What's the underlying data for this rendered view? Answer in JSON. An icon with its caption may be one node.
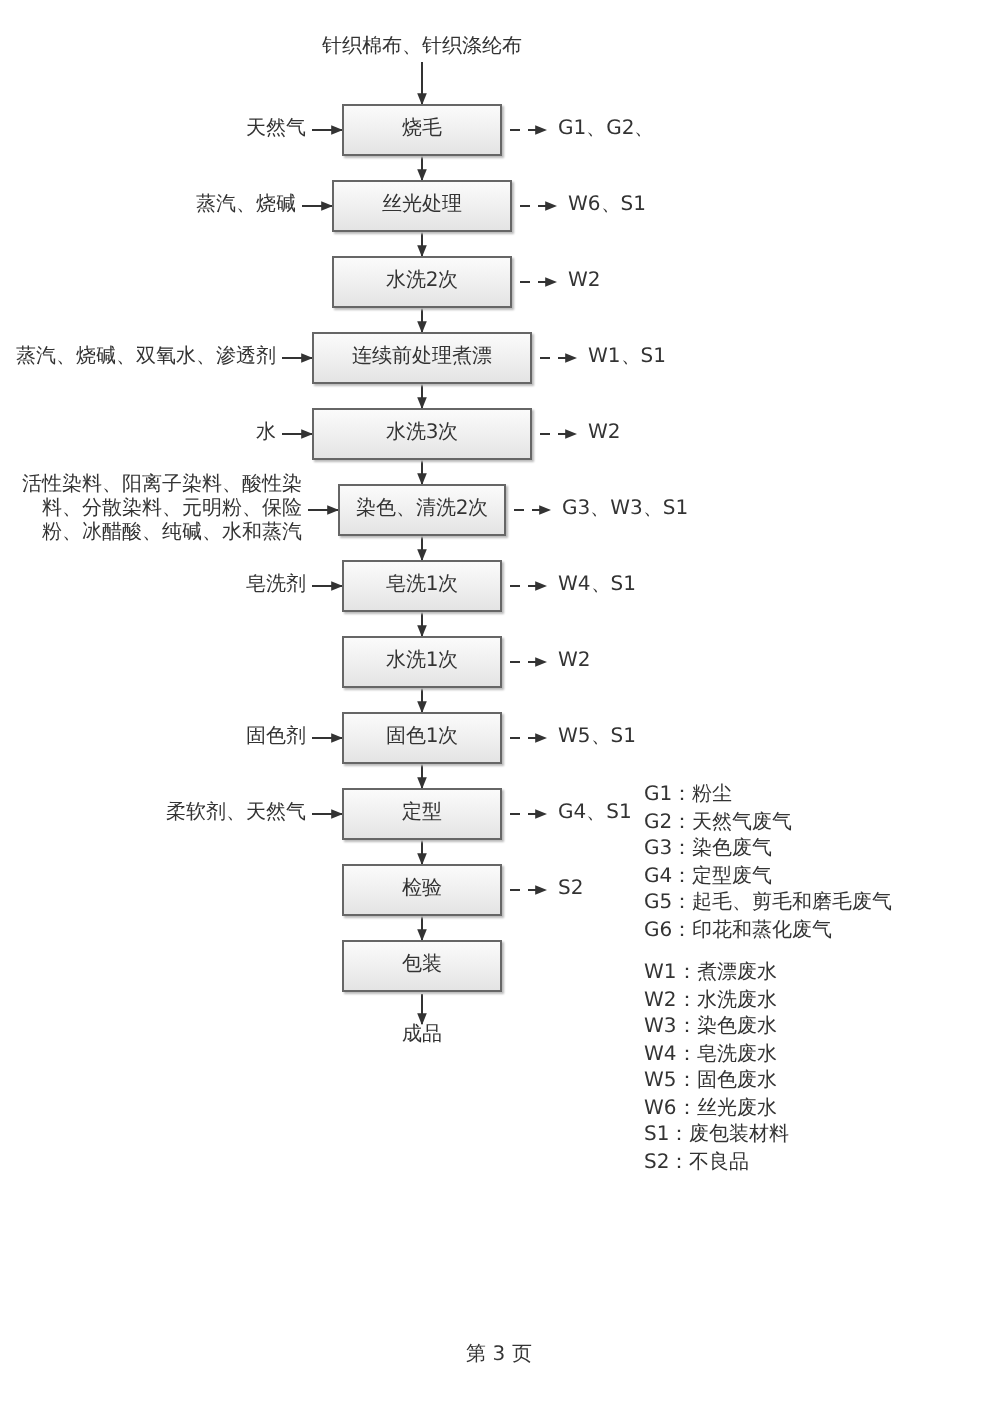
{
  "diagram": {
    "nodes": [
      {
        "text": [
          "针织棉布、针织涤纶布"
        ]
      },
      {
        "text": [
          "天然气"
        ]
      },
      {
        "text": [
          "烧毛"
        ]
      },
      {
        "text": [
          "G1、G2、"
        ]
      },
      {
        "text": [
          "蒸汽、烧碱"
        ]
      },
      {
        "text": [
          "丝光处理"
        ]
      },
      {
        "text": [
          "W6、S1"
        ]
      },
      {
        "text": [
          "水洗2次"
        ]
      },
      {
        "text": [
          "W2"
        ]
      },
      {
        "text": [
          "蒸汽、烧碱、双氧水、渗透剂"
        ]
      },
      {
        "text": [
          "连续前处理煮漂"
        ]
      },
      {
        "text": [
          "W1、S1"
        ]
      },
      {
        "text": [
          "水"
        ]
      },
      {
        "text": [
          "水洗3次"
        ]
      },
      {
        "text": [
          "W2"
        ]
      },
      {
        "text": [
          "活性染料、阳离子染料、酸性染料、分散染料、元明粉、保险粉、冰醋酸、纯碱、水和蒸汽"
        ]
      },
      {
        "text": [
          "染色、清洗2次"
        ]
      },
      {
        "text": [
          "G3、W3、S1"
        ]
      },
      {
        "text": [
          "皂洗剂"
        ]
      },
      {
        "text": [
          "皂洗1次"
        ]
      },
      {
        "text": [
          "W4、S1"
        ]
      },
      {
        "text": [
          "水洗1次"
        ]
      },
      {
        "text": [
          "W2"
        ]
      },
      {
        "text": [
          "固色剂"
        ]
      },
      {
        "text": [
          "固色1次"
        ]
      },
      {
        "text": [
          "W5、S1"
        ]
      },
      {
        "text": [
          "柔软剂、天然气"
        ]
      },
      {
        "text": [
          "定型"
        ]
      },
      {
        "text": [
          "G4、S1"
        ]
      },
      {
        "text": [
          "检验"
        ]
      },
      {
        "text": [
          "S2"
        ]
      },
      {
        "text": [
          "包装"
        ]
      },
      {
        "text": [
          "成品"
        ]
      }
    ],
    "edges": [
      {
        "from": 0,
        "to": 2,
        "arrow": "to"
      },
      {
        "from": 1,
        "to": 2,
        "arrow": "to"
      },
      {
        "from": 2,
        "to": 3,
        "arrow": "to",
        "style": "dashed"
      },
      {
        "from": 2,
        "to": 5,
        "arrow": "to"
      },
      {
        "from": 4,
        "to": 5,
        "arrow": "to"
      },
      {
        "from": 5,
        "to": 6,
        "arrow": "to",
        "style": "dashed"
      },
      {
        "from": 5,
        "to": 7,
        "arrow": "to"
      },
      {
        "from": 7,
        "to": 8,
        "arrow": "to",
        "style": "dashed"
      },
      {
        "from": 7,
        "to": 10,
        "arrow": "to"
      },
      {
        "from": 9,
        "to": 10,
        "arrow": "to"
      },
      {
        "from": 10,
        "to": 11,
        "arrow": "to",
        "style": "dashed"
      },
      {
        "from": 10,
        "to": 13,
        "arrow": "to"
      },
      {
        "from": 12,
        "to": 13,
        "arrow": "to"
      },
      {
        "from": 13,
        "to": 14,
        "arrow": "to",
        "style": "dashed"
      },
      {
        "from": 13,
        "to": 16,
        "arrow": "to"
      },
      {
        "from": 15,
        "to": 16,
        "arrow": "to"
      },
      {
        "from": 16,
        "to": 17,
        "arrow": "to",
        "style": "dashed"
      },
      {
        "from": 16,
        "to": 19,
        "arrow": "to"
      },
      {
        "from": 18,
        "to": 19,
        "arrow": "to"
      },
      {
        "from": 19,
        "to": 20,
        "arrow": "to",
        "style": "dashed"
      },
      {
        "from": 19,
        "to": 21,
        "arrow": "to"
      },
      {
        "from": 21,
        "to": 22,
        "arrow": "to",
        "style": "dashed"
      },
      {
        "from": 21,
        "to": 24,
        "arrow": "to"
      },
      {
        "from": 23,
        "to": 24,
        "arrow": "to"
      },
      {
        "from": 24,
        "to": 25,
        "arrow": "to",
        "style": "dashed"
      },
      {
        "from": 24,
        "to": 27,
        "arrow": "to"
      },
      {
        "from": 26,
        "to": 27,
        "arrow": "to"
      },
      {
        "from": 27,
        "to": 28,
        "arrow": "to",
        "style": "dashed"
      },
      {
        "from": 27,
        "to": 29,
        "arrow": "to"
      },
      {
        "from": 29,
        "to": 30,
        "arrow": "to",
        "style": "dashed"
      },
      {
        "from": 29,
        "to": 31,
        "arrow": "to"
      },
      {
        "from": 31,
        "to": 32,
        "arrow": "to"
      }
    ],
    "labels": [
      "G1：粉尘",
      "G2：天然气废气",
      "G3：染色废气",
      "G4：定型废气",
      "G5：起毛、剪毛和磨毛废气",
      "G6：印花和蒸化废气",
      "W1：煮漂废水",
      "W2：水洗废水",
      "W3：染色废水",
      "W4：皂洗废水",
      "W5：固色废水",
      "W6：丝光废水",
      "S1：废包装材料",
      "S2：不良品",
      "第 3 页"
    ]
  }
}
